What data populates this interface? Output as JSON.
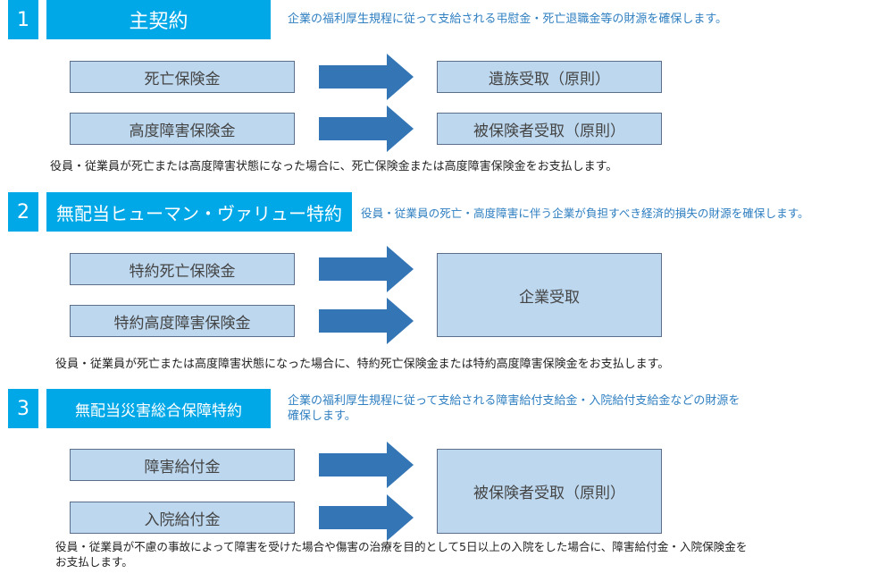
{
  "sections": [
    {
      "number": "1",
      "title": "主契約",
      "description": "企業の福利厚生規程に従って支給される弔慰金・死亡退職金等の財源を確保します。",
      "benefits": [
        "死亡保険金",
        "高度障害保険金"
      ],
      "recipients": [
        "遺族受取（原則）",
        "被保険者受取（原則）"
      ],
      "note": "役員・従業員が死亡または高度障害状態になった場合に、死亡保険金または高度障害保険金をお支払します。"
    },
    {
      "number": "2",
      "title": "無配当ヒューマン・ヴァリュー特約",
      "description": "役員・従業員の死亡・高度障害に伴う企業が負担すべき経済的損失の財源を確保します。",
      "benefits": [
        "特約死亡保険金",
        "特約高度障害保険金"
      ],
      "recipients": [
        "企業受取"
      ],
      "note": "役員・従業員が死亡または高度障害状態になった場合に、特約死亡保険金または特約高度障害保険金をお支払します。"
    },
    {
      "number": "3",
      "title": "無配当災害総合保障特約",
      "description_lines": [
        "企業の福利厚生規程に従って支給される障害給付支給金・入院給付支給金などの財源を",
        "確保します。"
      ],
      "benefits": [
        "障害給付金",
        "入院給付金"
      ],
      "recipients": [
        "被保険者受取（原則）"
      ],
      "note_lines": [
        "役員・従業員が不慮の事故によって障害を受けた場合や傷害の治療を目的として5日以上の入院をした場合に、障害給付金・入院保険金を",
        "お支払します。"
      ]
    }
  ],
  "colors": {
    "header": "#00a8e8",
    "box_fill": "#bdd7ee",
    "arrow": "#3475b5",
    "description_text": "#2f7fc1"
  }
}
